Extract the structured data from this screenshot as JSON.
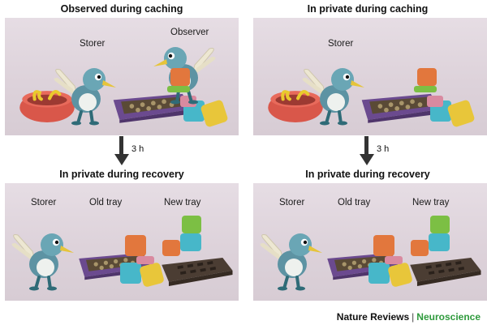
{
  "headings": {
    "top_left": "Observed during caching",
    "top_right": "In private during caching",
    "bottom_left": "In private during recovery",
    "bottom_right": "In private during recovery"
  },
  "labels": {
    "storer": "Storer",
    "observer": "Observer",
    "old_tray": "Old tray",
    "new_tray": "New tray"
  },
  "arrows": {
    "interval": "3 h"
  },
  "footer": {
    "journal": "Nature Reviews",
    "separator": "|",
    "section": "Neuroscience",
    "section_color": "#2e9a3c"
  }
}
